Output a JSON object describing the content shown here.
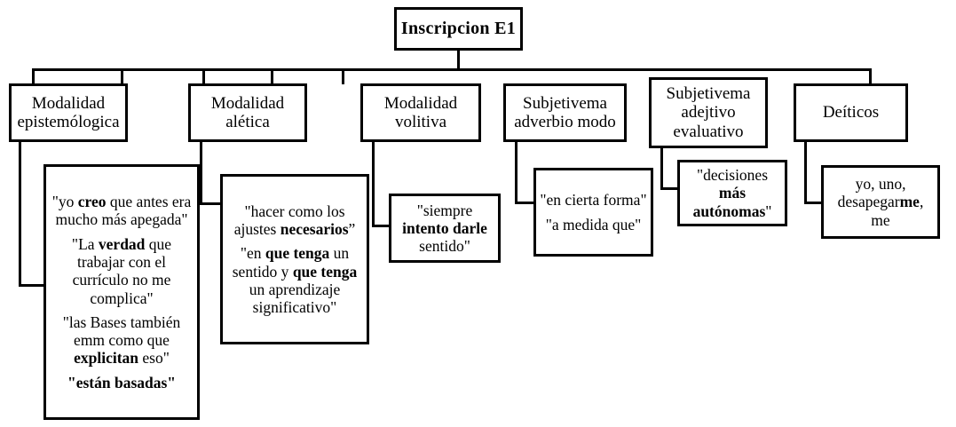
{
  "diagram": {
    "title": "Inscripcion  E1",
    "root": {
      "label": "Inscripcion  E1"
    },
    "categories": [
      {
        "id": "epistemologica",
        "label": "Modalidad epistemólogica"
      },
      {
        "id": "aletica",
        "label": "Modalidad alética"
      },
      {
        "id": "volitiva",
        "label": "Modalidad volitiva"
      },
      {
        "id": "adverbio",
        "label": "Subjetivema adverbio modo"
      },
      {
        "id": "adjetivo",
        "label": "Subjetivema adejtivo evaluativo"
      },
      {
        "id": "deicticos",
        "label": "Deíticos"
      }
    ],
    "examples": {
      "epistemologica": [
        {
          "parts": [
            {
              "text": "\"yo ",
              "bold": false
            },
            {
              "text": "creo",
              "bold": true
            },
            {
              "text": " que antes era mucho más apegada\"",
              "bold": false
            }
          ]
        },
        {
          "parts": [
            {
              "text": "\"La ",
              "bold": false
            },
            {
              "text": "verdad",
              "bold": true
            },
            {
              "text": " que trabajar con el currículo no me complica\"",
              "bold": false
            }
          ]
        },
        {
          "parts": [
            {
              "text": "\"las Bases también emm como que ",
              "bold": false
            },
            {
              "text": "explicitan",
              "bold": true
            },
            {
              "text": " eso\"",
              "bold": false
            }
          ]
        },
        {
          "parts": [
            {
              "text": "\"están basadas\"",
              "bold": true
            }
          ]
        }
      ],
      "aletica": [
        {
          "parts": [
            {
              "text": "\"hacer como los ajustes ",
              "bold": false
            },
            {
              "text": "necesarios",
              "bold": true
            },
            {
              "text": "”",
              "bold": false
            }
          ]
        },
        {
          "parts": [
            {
              "text": "\"en ",
              "bold": false
            },
            {
              "text": "que tenga",
              "bold": true
            },
            {
              "text": " un sentido y ",
              "bold": false
            },
            {
              "text": "que tenga",
              "bold": true
            },
            {
              "text": " un aprendizaje significativo\"",
              "bold": false
            }
          ]
        }
      ],
      "volitiva": [
        {
          "parts": [
            {
              "text": "\"siempre ",
              "bold": false
            },
            {
              "text": "intento darle",
              "bold": true
            },
            {
              "text": " sentido\"",
              "bold": false
            }
          ]
        }
      ],
      "adverbio": [
        {
          "parts": [
            {
              "text": "\"en cierta forma\"",
              "bold": false
            }
          ]
        },
        {
          "parts": [
            {
              "text": "\"a medida que\"",
              "bold": false
            }
          ]
        }
      ],
      "adjetivo": [
        {
          "parts": [
            {
              "text": "\"decisiones ",
              "bold": false
            },
            {
              "text": "más autónomas",
              "bold": true
            },
            {
              "text": "\"",
              "bold": false
            }
          ]
        }
      ],
      "deicticos": [
        {
          "parts": [
            {
              "text": "yo, uno, desapegar",
              "bold": false
            },
            {
              "text": "me",
              "bold": true
            },
            {
              "text": ", me",
              "bold": false
            }
          ]
        }
      ]
    },
    "colors": {
      "border": "#000000",
      "background": "#ffffff",
      "text": "#000000"
    }
  }
}
